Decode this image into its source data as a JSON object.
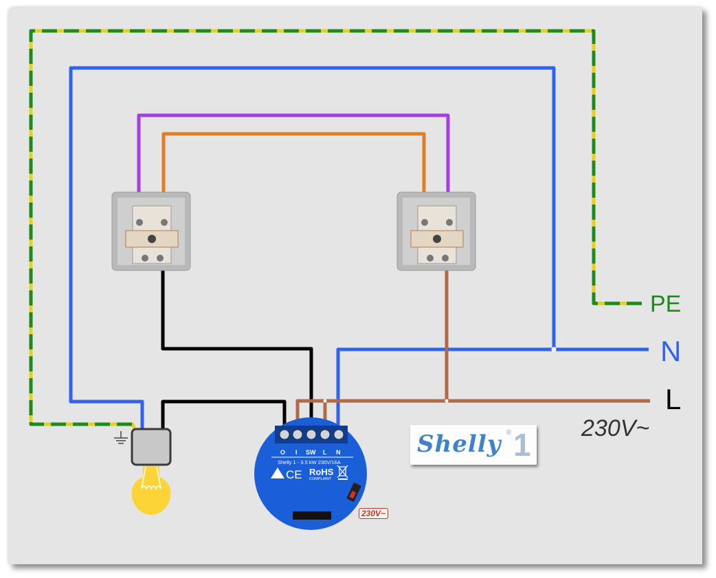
{
  "diagram": {
    "title": "Shelly 1 two-way switch wiring diagram",
    "supply_labels": {
      "pe": "PE",
      "neutral": "N",
      "line": "L",
      "voltage": "230V~"
    },
    "colors": {
      "background": "#e5e5e5",
      "earth_green": "#1e8a1e",
      "earth_yellow": "#e3d21a",
      "neutral_blue": "#2f63f0",
      "line_brown": "#b06a45",
      "traveler_purple": "#a43ee0",
      "traveler_orange": "#e07e22",
      "switched_black": "#000000",
      "device_blue": "#1a5fd8",
      "bulb_yellow": "#fdd437"
    },
    "wires": [
      {
        "name": "protective-earth",
        "color": "green-yellow",
        "from": "PE supply",
        "to": "lamp junction box"
      },
      {
        "name": "neutral-to-lamp",
        "color": "blue",
        "from": "N supply",
        "to": "lamp junction box"
      },
      {
        "name": "neutral-to-shelly",
        "color": "blue",
        "from": "N supply",
        "to": "Shelly N terminal"
      },
      {
        "name": "line-supply",
        "color": "brown",
        "from": "L supply",
        "to": "Shelly L and I terminals"
      },
      {
        "name": "line-to-right-switch",
        "color": "brown",
        "from": "L supply",
        "to": "right switch common"
      },
      {
        "name": "traveler-1",
        "color": "purple",
        "from": "left switch",
        "to": "right switch"
      },
      {
        "name": "traveler-2",
        "color": "orange",
        "from": "left switch",
        "to": "right switch"
      },
      {
        "name": "switch-to-sw",
        "color": "black",
        "from": "left switch common",
        "to": "Shelly SW terminal"
      },
      {
        "name": "output-to-lamp",
        "color": "black",
        "from": "Shelly O terminal",
        "to": "lamp junction box"
      }
    ],
    "components": {
      "left_switch": "two-way switch (left)",
      "right_switch": "two-way switch (right)",
      "lamp": "light bulb",
      "earth_symbol": "ground",
      "junction_box": "lamp junction box"
    },
    "device": {
      "terminals": [
        "O",
        "I",
        "SW",
        "L",
        "N"
      ],
      "model_line": "Shelly 1 - 3.5 kW 230V/16A",
      "rohs": "RoHS",
      "rohs_sub": "COMPLIANT",
      "voltage_badge": "230V~"
    },
    "logo": {
      "text": "Shelly",
      "number": "1",
      "reg_mark": "®"
    }
  }
}
